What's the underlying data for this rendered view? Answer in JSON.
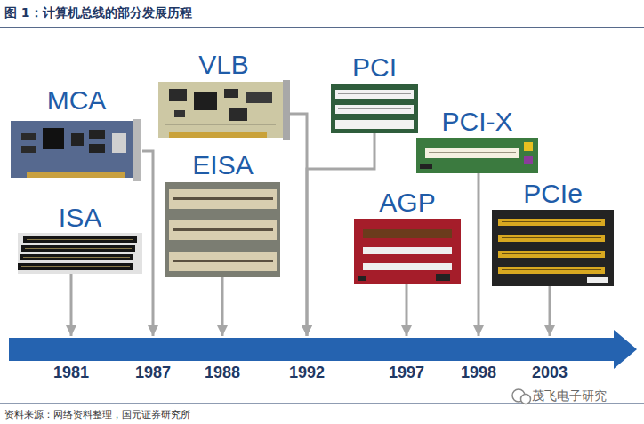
{
  "diagram": {
    "title": "图 1：计算机总线的部分发展历程",
    "nodes": [
      {
        "text": [
          "MCA"
        ]
      },
      {
        "text": [
          "ISA"
        ]
      },
      {
        "text": [
          "VLB"
        ]
      },
      {
        "text": [
          "EISA"
        ]
      },
      {
        "text": [
          "PCI"
        ]
      },
      {
        "text": [
          "AGP"
        ]
      },
      {
        "text": [
          "PCI-X"
        ]
      },
      {
        "text": [
          "PCIe"
        ]
      },
      {
        "text": [
          "1981"
        ]
      },
      {
        "text": [
          "1987"
        ]
      },
      {
        "text": [
          "1988"
        ]
      },
      {
        "text": [
          "1992"
        ]
      },
      {
        "text": [
          "1997"
        ]
      },
      {
        "text": [
          "1998"
        ]
      },
      {
        "text": [
          "2003"
        ]
      }
    ],
    "edges": [
      {
        "from": 1,
        "to": 8,
        "arrow": "to"
      },
      {
        "from": 0,
        "to": 9,
        "arrow": "to"
      },
      {
        "from": 3,
        "to": 10,
        "arrow": "to"
      },
      {
        "from": 2,
        "to": 11,
        "arrow": "to"
      },
      {
        "from": 4,
        "to": 11,
        "arrow": "to"
      },
      {
        "from": 5,
        "to": 12,
        "arrow": "to"
      },
      {
        "from": 6,
        "to": 13,
        "arrow": "to"
      },
      {
        "from": 7,
        "to": 14,
        "arrow": "to"
      }
    ],
    "labels": [
      "资料来源：网络资料整理，国元证券研究所",
      "茂飞电子研究"
    ]
  }
}
